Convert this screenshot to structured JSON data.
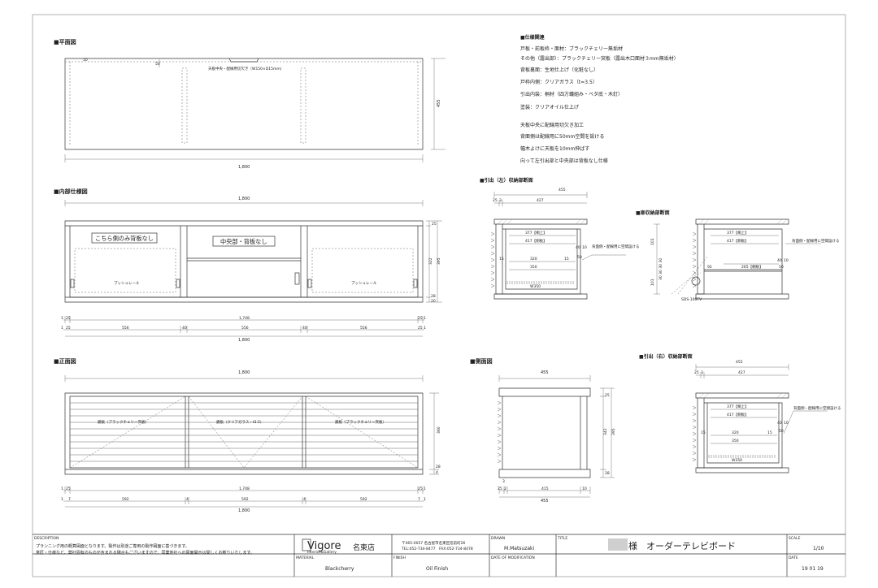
{
  "sections": {
    "plan": "■平面図",
    "interior": "■内部仕様図",
    "front": "■正面図",
    "side": "■側面図",
    "drawer_left": "■引出（左）収納部断面",
    "door_section": "■扉収納部断面",
    "drawer_right": "■引出（右）収納部断面"
  },
  "spec": {
    "title": "■仕様関連",
    "lines": [
      "戸板・前板枠・面材：ブラックチェリー無垢材",
      "その他（露出部）：ブラックチェリー突板（露出木口面材３mm無垢材）",
      "背板裏面：生地仕上げ（化粧なし）",
      "戸枠内側：クリアガラス（t=3.5）",
      "引出内装：桐材（四方蟻組み・ベタ底・木釘）",
      "塗装：クリアオイル仕上げ"
    ],
    "notes": [
      "天板中央に配線用切欠き加工",
      "背面側は配線用に50mm空間を設ける",
      "幅木よけに天板を10mm伸ばす",
      "向って左引出部と中央部は背板なし仕様"
    ]
  },
  "plan": {
    "w": "1,800",
    "d": "455",
    "notch": "天板中央・配線用切欠き（W150×D15mm）",
    "d10": "10",
    "d50": "50"
  },
  "interior": {
    "top": "1,800",
    "label_left": "こちら側のみ背板なし",
    "label_center": "中央部・背板なし",
    "rail_left": "プッシュレール",
    "rail_right": "プッシュレール",
    "h25": "25",
    "h322": "322",
    "h395": "395",
    "h28": "28",
    "h20": "20",
    "r1": [
      "1",
      "25",
      "1,748",
      "25",
      "1"
    ],
    "r2": [
      "1",
      "25",
      "556",
      "40",
      "556",
      "40",
      "556",
      "25",
      "1"
    ],
    "total": "1,800"
  },
  "front": {
    "top": "1,800",
    "panel_left": "鏡板（ブラックチェリー突板）",
    "panel_center": "鏡板（クリアガラス・t3.5）",
    "panel_right": "鏡板（ブラックチェリー突板）",
    "h360": "360",
    "h28": "28",
    "h4": "4",
    "r1": [
      "1",
      "25",
      "1,748",
      "25",
      "1"
    ],
    "r2": [
      "1",
      "7",
      "592",
      "4",
      "592",
      "4",
      "592",
      "7",
      "1"
    ],
    "total": "1,800"
  },
  "side": {
    "top": "455",
    "h25": "25",
    "h342": "342",
    "h395": "395",
    "h28": "28",
    "b3": "3",
    "r": [
      "25",
      "2",
      "415",
      "10"
    ],
    "total": "455"
  },
  "drawer_l": {
    "top": "455",
    "r": [
      "25",
      "3",
      "427"
    ],
    "d377": "377【桐上】",
    "d417": "417【側板】",
    "d320": "320",
    "d350": "350",
    "s15a": "15",
    "s15b": "15",
    "s40": "40",
    "s10": "10",
    "s50": "50",
    "note": "背面側・配線用に空間設ける",
    "base": "W350"
  },
  "door": {
    "d377": "377【桐上】",
    "d417": "417【側板】",
    "d265": "265【棚板】",
    "d92": "92",
    "s40": "40",
    "s10": "10",
    "s50": "50",
    "v101a": "101",
    "v30": "30 30 30 30",
    "v101b": "101",
    "hinge": "SDS-100TV",
    "note": "背面側・配線用に空間設ける"
  },
  "drawer_r": {
    "top": "455",
    "r": [
      "25",
      "3",
      "427"
    ],
    "d377": "377【桐上】",
    "d417": "417【側板】",
    "d320": "320",
    "d350": "350",
    "s15a": "15",
    "s15b": "15",
    "s40": "40",
    "s10": "10",
    "s50": "50",
    "note": "背面側・配線用に空間設ける",
    "base": "W350"
  },
  "titleblock": {
    "desc_label": "DESCRIPTION",
    "desc1": "プランニング用の概算図面となります。製作は別途ご専用の製作図面に基づきます。",
    "desc2": "意匠・仕様など、弊社固有のものが含まれる場合もございますので、同業他社への図面開示は間しくお断りいたします。",
    "logo": "Vigore",
    "logo_sub": "Interior&Gallery",
    "store": "名東店",
    "address": "〒465-0057 名古屋市名東区陸前町26",
    "tel": "TEL:052-734-8477　FAX:052-734-8478",
    "drawn_label": "DRAWN",
    "drawn": "M.Matsuzaki",
    "title_label": "TITLE",
    "title": "様　オーダーテレビボード",
    "scale_label": "SCALE",
    "scale": "1/10",
    "material_label": "MATERIAL",
    "material": "Blackcherry",
    "finish_label": "FINISH",
    "finish": "Oil Finish",
    "mod_label": "DATE OF MODIFICATION",
    "date_label": "DATE",
    "date": "19 01 19",
    "colors": {
      "line": "#333333",
      "redaction": "#cfcfcf"
    }
  }
}
